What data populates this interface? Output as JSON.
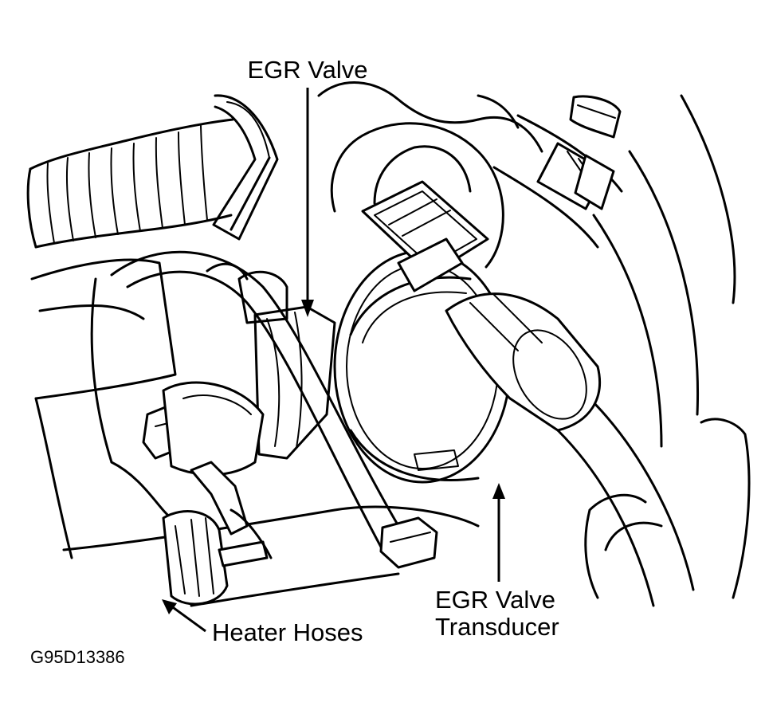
{
  "labels": {
    "egr_valve": "EGR Valve",
    "heater_hoses": "Heater Hoses",
    "transducer_line1": "EGR Valve",
    "transducer_line2": "Transducer",
    "figure_code": "G95D13386"
  }
}
